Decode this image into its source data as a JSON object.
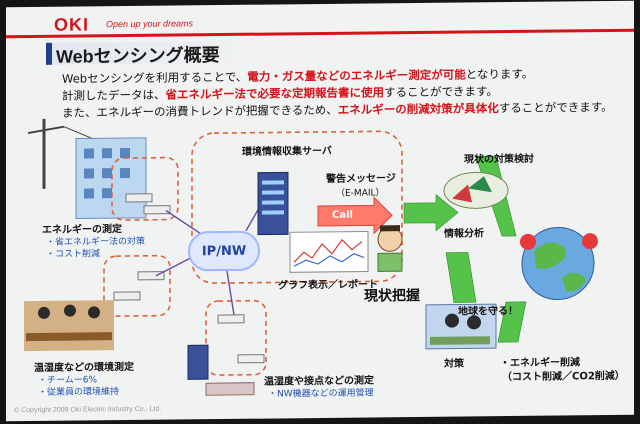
{
  "header": {
    "brand": "OKI",
    "tagline": "Open up your dreams",
    "title": "Webセンシング概要"
  },
  "intro": {
    "line1": {
      "pre": "Webセンシングを利用することで、",
      "hl": "電力・ガス量などのエネルギー測定が可能",
      "post": "となります。"
    },
    "line2": {
      "pre": "計測したデータは、",
      "hl": "省エネルギー法で必要な定期報告書に使用",
      "post": "することができます。"
    },
    "line3": {
      "pre": "また、エネルギーの消費トレンドが把握できるため、",
      "hl": "エネルギーの削減対策が具体化",
      "post": "することができます。"
    }
  },
  "diagram": {
    "server_label": "環境情報収集サーバ",
    "alert_label": "警告メッセージ",
    "alert_sub": "（E-MAIL）",
    "call_label": "Call",
    "graph_label": "グラフ表示／レポート",
    "network_label": "IP/NW",
    "current_label": "現状把握",
    "energy_measure": "エネルギーの測定",
    "energy_items": [
      "・省エネルギー法の対策",
      "・コスト削減"
    ],
    "env_measure": "温湿度などの環境測定",
    "env_items": [
      "・チームー6%",
      "・従業員の環境維持"
    ],
    "contact_measure": "温湿度や接点などの測定",
    "contact_items": [
      "・NW機器などの運用管理"
    ],
    "review_label": "現状の対策検討",
    "analysis_label": "情報分析",
    "measures_label": "対策",
    "reduction_label": "・エネルギー削減",
    "reduction_sub": "（コスト削減／CO2削減）",
    "earth_label": "地球を守る！"
  },
  "footer": {
    "copyright": "© Copyright 2009 Oki Electric Industry Co., Ltd."
  },
  "colors": {
    "accent": "#d4141b",
    "title_bar": "#1f3f8a",
    "link_blue": "#1f4fb3",
    "dash": "#e06040",
    "green_arrow": "#55c24a"
  }
}
